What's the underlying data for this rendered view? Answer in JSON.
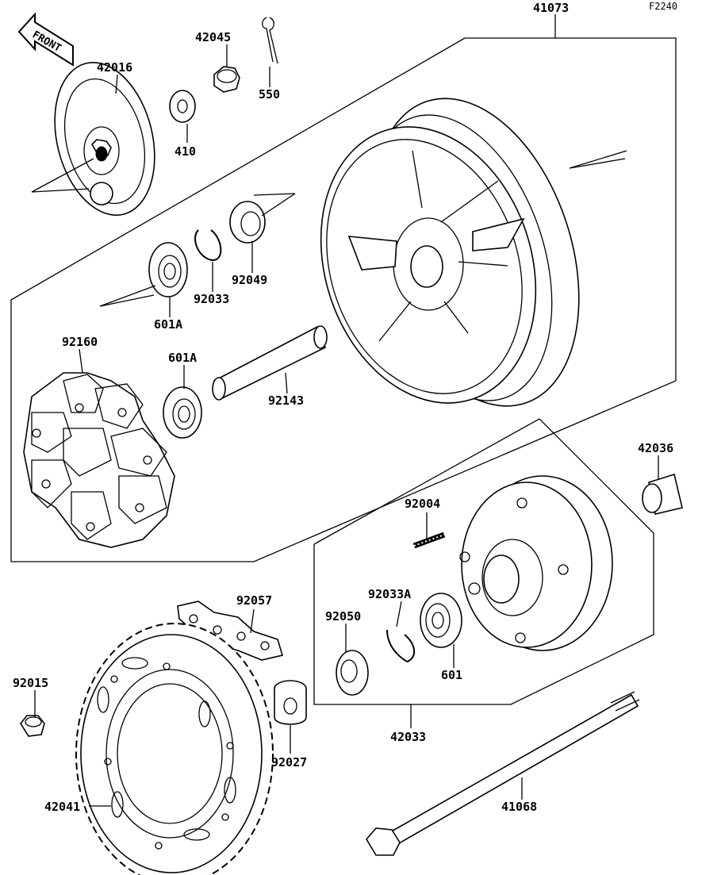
{
  "diagram_code": "F2240",
  "front_label": "FRONT",
  "labels": {
    "p41073": "41073",
    "p42045": "42045",
    "p550": "550",
    "p42016": "42016",
    "p410": "410",
    "p92049": "92049",
    "p92033": "92033",
    "p601A_top": "601A",
    "p92160": "92160",
    "p601A_bot": "601A",
    "p92143": "92143",
    "p42036": "42036",
    "p92004": "92004",
    "p92033A": "92033A",
    "p92057": "92057",
    "p92050": "92050",
    "p601": "601",
    "p92015": "92015",
    "p42033": "42033",
    "p92027": "92027",
    "p42041": "42041",
    "p41068": "41068"
  }
}
